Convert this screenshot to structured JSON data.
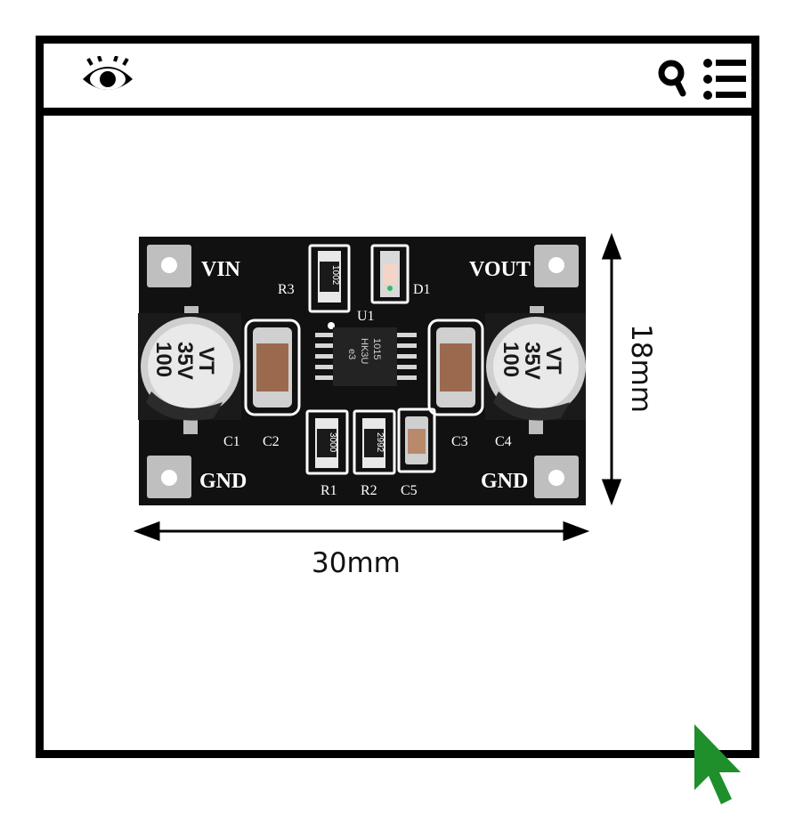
{
  "toolbar": {
    "eye_icon": "eye-icon",
    "search_icon": "search-icon",
    "menu_icon": "list-menu-icon"
  },
  "board": {
    "pin_labels": {
      "vin": "VIN",
      "vout": "VOUT",
      "gnd_left": "GND",
      "gnd_right": "GND"
    },
    "component_labels": {
      "r3": "R3",
      "d1": "D1",
      "u1": "U1",
      "c1": "C1",
      "c2": "C2",
      "c3": "C3",
      "c4": "C4",
      "r1": "R1",
      "r2": "R2",
      "c5": "C5"
    },
    "capacitor_marking": {
      "line1": "100",
      "line2": "35V",
      "line3": "VT"
    },
    "resistor_markings": {
      "r3": "1002",
      "r1": "3000",
      "r2": "2992"
    },
    "chip_markings": {
      "line1": "1015",
      "line2": "HK3U",
      "line3": "e3"
    }
  },
  "dimensions": {
    "width_label": "30mm",
    "height_label": "18mm"
  },
  "colors": {
    "board": "#111111",
    "silk": "#ffffff",
    "cursor": "#1f8f2b"
  }
}
